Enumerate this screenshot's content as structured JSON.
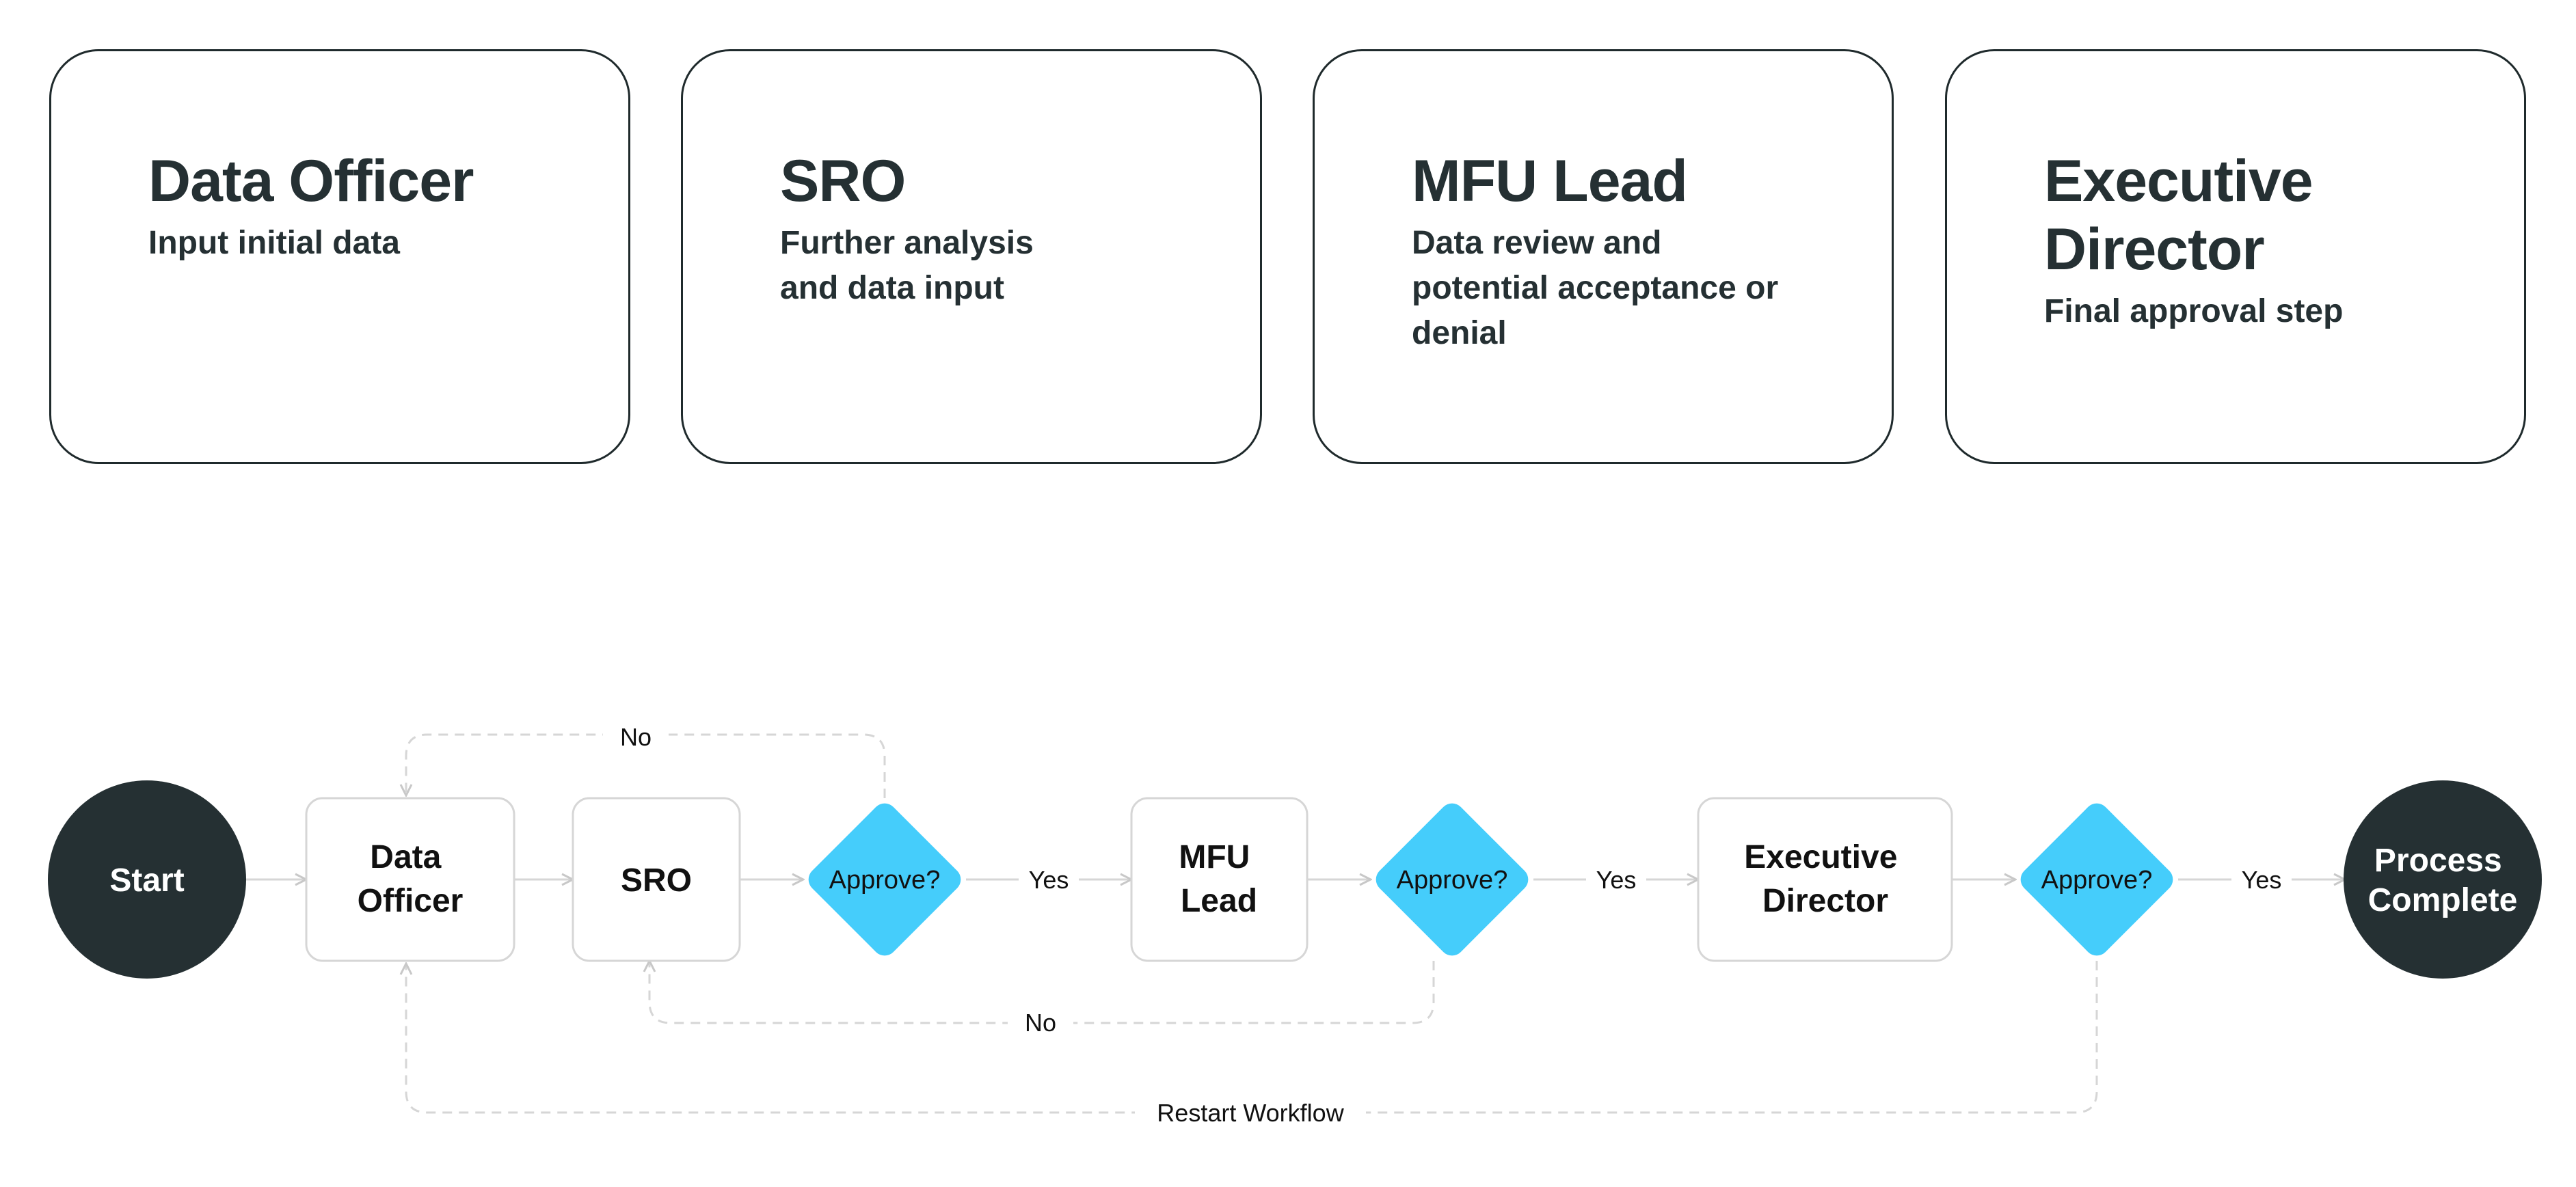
{
  "cards": [
    {
      "title": [
        "Data Officer"
      ],
      "description": [
        "Input initial data"
      ]
    },
    {
      "title": [
        "SRO"
      ],
      "description": [
        "Further analysis",
        "and data input"
      ]
    },
    {
      "title": [
        "MFU Lead"
      ],
      "description": [
        "Data review and",
        "potential acceptance or",
        "denial"
      ]
    },
    {
      "title": [
        "Executive",
        "Director"
      ],
      "description": [
        "Final approval step"
      ]
    }
  ],
  "flow": {
    "start": "Start",
    "end": [
      "Process",
      "Complete"
    ],
    "nodes": {
      "data_officer": [
        "Data",
        "Officer"
      ],
      "sro": [
        "SRO"
      ],
      "mfu_lead": [
        "MFU",
        "Lead"
      ],
      "executive_director": [
        "Executive",
        "Director"
      ]
    },
    "decisions": {
      "approve_1": "Approve?",
      "approve_2": "Approve?",
      "approve_3": "Approve?"
    },
    "edge_labels": {
      "yes_1": "Yes",
      "yes_2": "Yes",
      "yes_3": "Yes",
      "no_top": "No",
      "no_bottom": "No",
      "restart": "Restart Workflow"
    }
  },
  "colors": {
    "dark": "#253033",
    "decision": "#45cdfb",
    "connector": "#d6d6d6",
    "card_border": "#1f2a2c"
  }
}
